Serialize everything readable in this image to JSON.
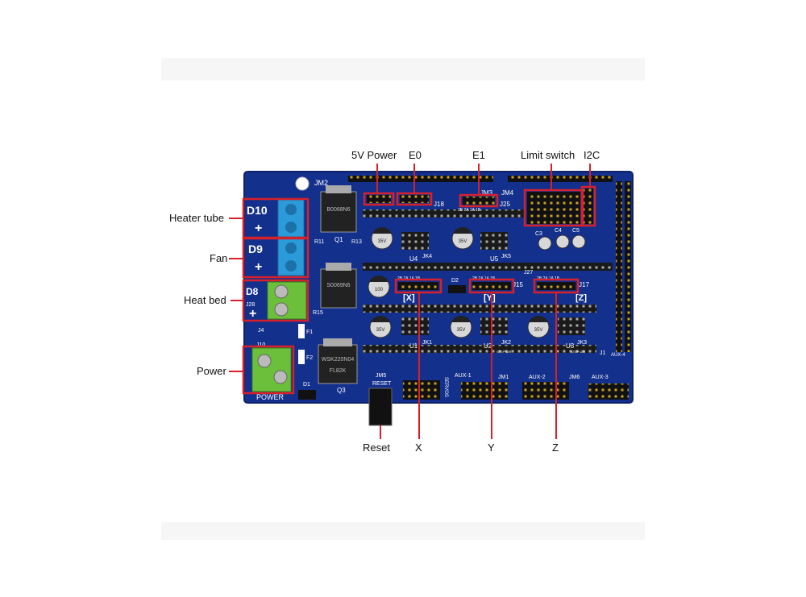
{
  "callouts": {
    "heater_tube": "Heater tube",
    "fan": "Fan",
    "heat_bed": "Heat bed",
    "power": "Power",
    "power_5v": "5V Power",
    "e0": "E0",
    "e1": "E1",
    "limit_switch": "Limit switch",
    "i2c": "I2C",
    "reset": "Reset",
    "x": "X",
    "y": "Y",
    "z": "Z"
  },
  "board_labels": {
    "d10": "D10",
    "d9": "D9",
    "d8": "D8",
    "plus": "+",
    "jm2": "JM2",
    "jm4": "JM4",
    "jm3": "JM3",
    "jm1": "JM1",
    "jm5": "JM5",
    "jm6": "JM6",
    "j18": "J18",
    "j25": "J25",
    "j15": "J15",
    "j17": "J17",
    "j27": "J27",
    "j28": "J28",
    "j10": "J10",
    "j4": "J4",
    "j1": "J1",
    "x_axis": "[X]",
    "y_axis": "[Y]",
    "z_axis": "[Z]",
    "u1": "U1",
    "u2": "U2",
    "u3": "U3",
    "u4": "U4",
    "u5": "U5",
    "jk1": "JK1",
    "jk2": "JK2",
    "jk3": "JK3",
    "jk4": "JK4",
    "jk5": "JK5",
    "q1": "Q1",
    "q3": "Q3",
    "d1": "D1",
    "d2": "D2",
    "f1": "F1",
    "f2": "F2",
    "c3": "C3",
    "c4": "C4",
    "c5": "C5",
    "r11": "R11",
    "r13": "R13",
    "r15": "R15",
    "reset": "RESET",
    "power": "POWER",
    "aux1": "AUX-1",
    "aux2": "AUX-2",
    "aux3": "AUX-3",
    "aux4": "AUX-4",
    "servos": "SERVOS",
    "pin_row": "2B 2A 1A 1B",
    "step_dir": "STEP DIR",
    "mosfet_top": "B0068N6",
    "mosfet_mid": "S0069N6",
    "mosfet_bot": "WSK220N04",
    "mosfet_bot_code": "FL82K",
    "cap_value": "100",
    "cap_voltage": "35V"
  },
  "colors": {
    "pcb": "#13308c",
    "highlight": "#d8202a",
    "terminal_blue": "#2a9ad8",
    "terminal_green": "#6cbf3a"
  }
}
